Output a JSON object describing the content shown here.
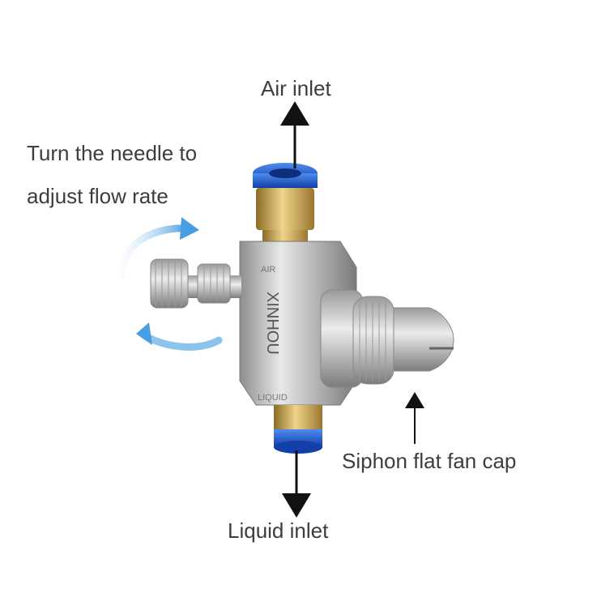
{
  "labels": {
    "air_inlet": "Air inlet",
    "turn_needle_line1": "Turn the needle to",
    "turn_needle_line2": "adjust flow rate",
    "siphon_cap": "Siphon flat fan cap",
    "liquid_inlet": "Liquid inlet"
  },
  "body_markings": {
    "brand": "XINHOU",
    "top": "AIR",
    "bottom": "LIQUID"
  },
  "colors": {
    "text": "#3d3d3d",
    "arrow": "#111111",
    "fitting_blue": "#1a5fd6",
    "brass": "#c9a24a",
    "steel": "#c8c8c8",
    "rotate_arrow": "#5aa8e0"
  }
}
